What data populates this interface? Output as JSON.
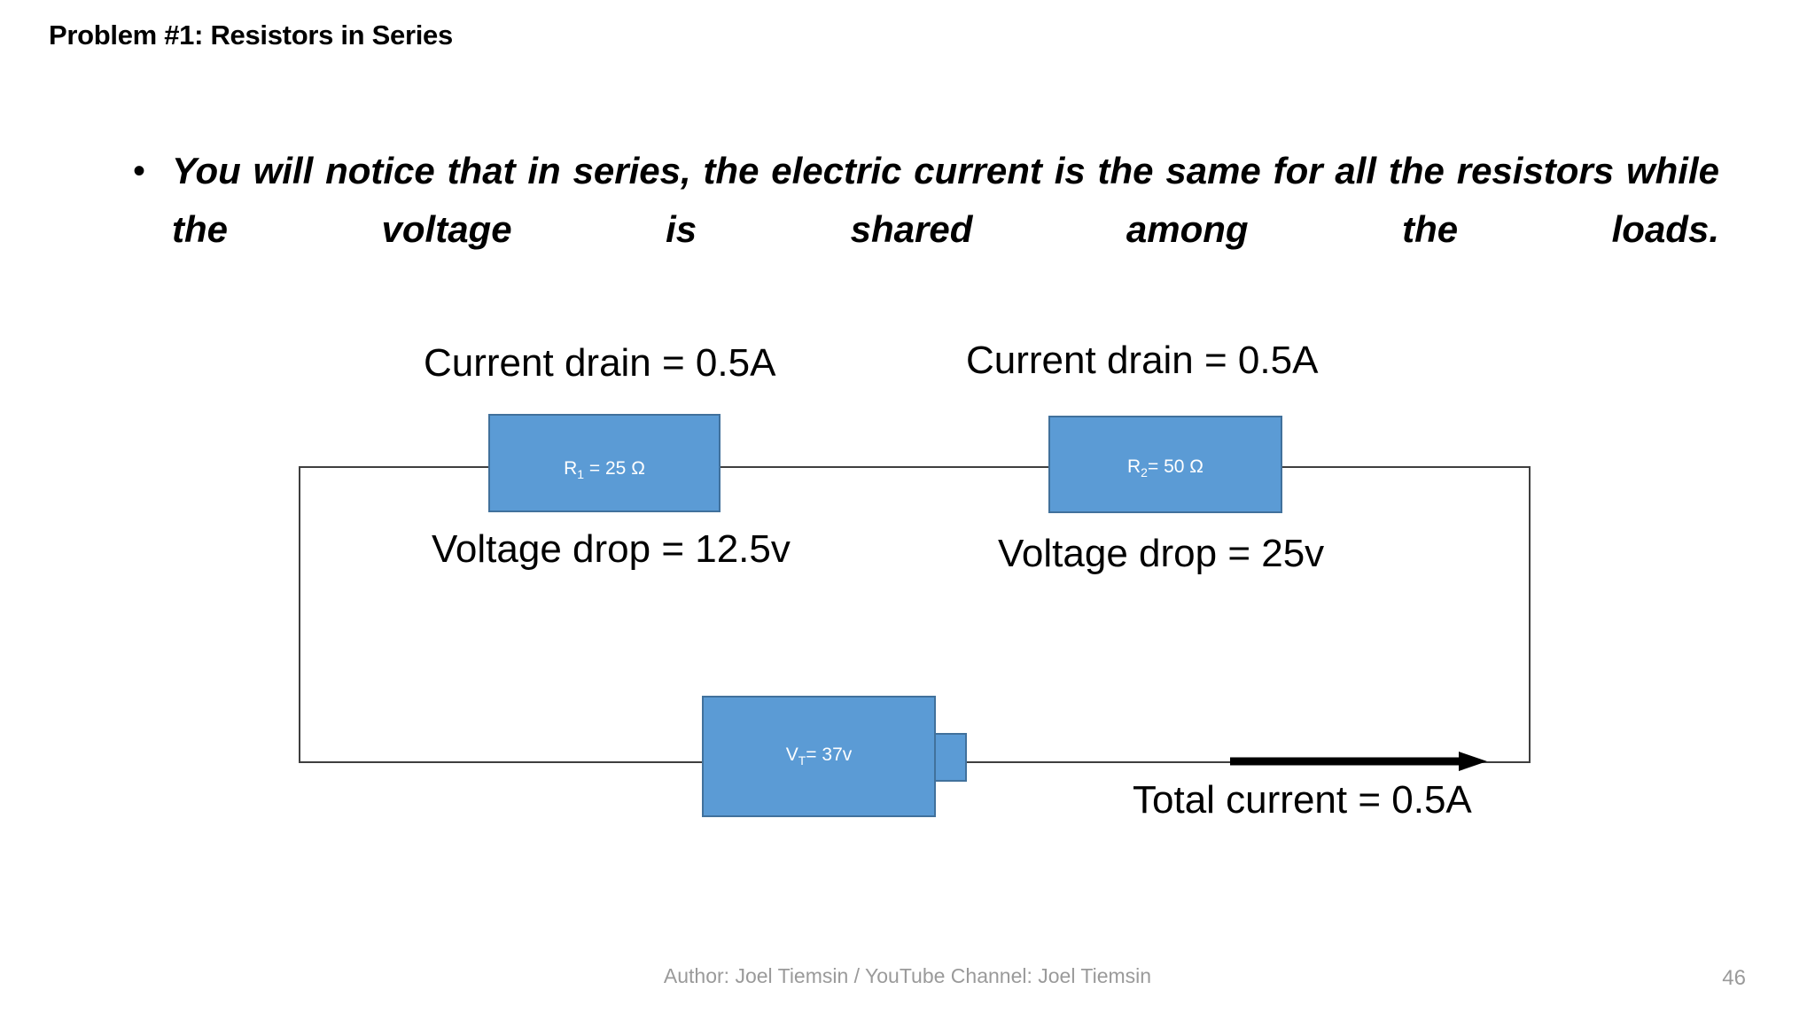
{
  "slide": {
    "title": "Problem #1: Resistors in Series",
    "page_number": "46",
    "footer_credit": "Author: Joel Tiemsin / YouTube Channel: Joel Tiemsin",
    "background_color": "#FFFFFF"
  },
  "bullet": {
    "marker": "•",
    "text": "You will notice that in series, the electric current is the same for all the resistors while the voltage is shared among the loads."
  },
  "circuit": {
    "wire_color": "#3F3F3F",
    "component_fill": "#5B9BD5",
    "component_border": "#41719C",
    "component_label_color": "#FFFFFF",
    "components": [
      {
        "name": "resistor-1",
        "symbol": "R",
        "subscript": "1",
        "separator": " = ",
        "value": "25 Ω",
        "label": "R1 = 25 Ω"
      },
      {
        "name": "resistor-2",
        "symbol": "R",
        "subscript": "2",
        "separator": "= ",
        "value": "50 Ω",
        "label": "R2= 50 Ω"
      },
      {
        "name": "voltage-source",
        "symbol": "V",
        "subscript": "T",
        "separator": "= ",
        "value": "37v",
        "label": "VT= 37v"
      }
    ],
    "annotations": [
      {
        "name": "current-drain-r1",
        "text": "Current drain = 0.5A"
      },
      {
        "name": "current-drain-r2",
        "text": "Current drain = 0.5A"
      },
      {
        "name": "voltage-drop-r1",
        "text": "Voltage drop = 12.5v"
      },
      {
        "name": "voltage-drop-r2",
        "text": "Voltage drop = 25v"
      },
      {
        "name": "total-current",
        "text": "Total current = 0.5A"
      }
    ],
    "arrow": {
      "name": "current-direction-arrow",
      "direction": "right",
      "color": "#000000"
    }
  }
}
